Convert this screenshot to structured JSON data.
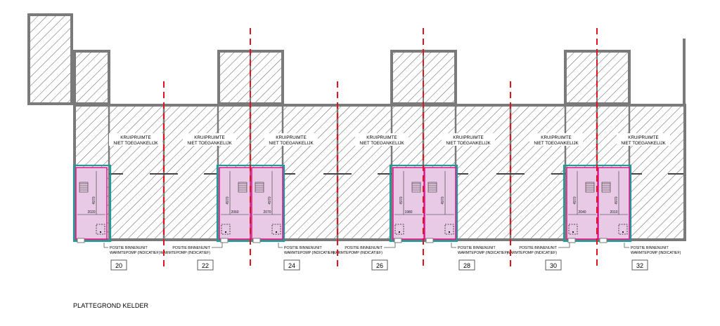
{
  "drawing": {
    "title": "PLATTEGROND KELDER"
  },
  "crawlspace_label": {
    "line1": "KRUIPRUIMTE",
    "line2": "NIET TOEGANKELIJK"
  },
  "heatpump_label": {
    "line1": "POSITIE BINNENUNIT",
    "line2": "WARMTEPOMP (INDICATIEF)"
  },
  "units": [
    {
      "number": "20",
      "width_dim": "2020",
      "depth_dim": "4970"
    },
    {
      "number": "22",
      "width_dim": "2060",
      "depth_dim": "4970"
    },
    {
      "number": "24",
      "width_dim": "2070",
      "depth_dim": "4970"
    },
    {
      "number": "26",
      "width_dim": "1980",
      "depth_dim": "4970"
    },
    {
      "number": "28",
      "width_dim": "",
      "depth_dim": "4970"
    },
    {
      "number": "30",
      "width_dim": "2040",
      "depth_dim": "4970"
    },
    {
      "number": "32",
      "width_dim": "2010",
      "depth_dim": "4970"
    }
  ],
  "colors": {
    "wall": "#7a7a7a",
    "hatch": "#333333",
    "room_fill": "#e8c9e6",
    "room_border": "#e0148c",
    "teal_outline": "#1f9a9a",
    "section_line": "#e0141e"
  }
}
